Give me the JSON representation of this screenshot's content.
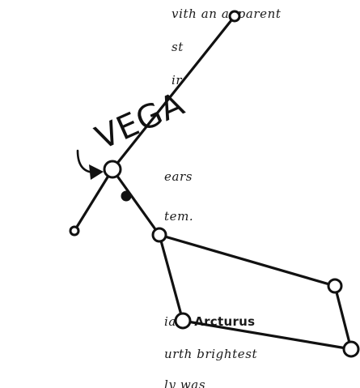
{
  "text_fragments": [
    "vith an apparent",
    "st",
    "ir",
    "ears",
    "tem.",
    "iant ",
    "Arcturus",
    "urth brightest",
    "ly was"
  ],
  "star_label": "VEGA",
  "colors": {
    "ink": "#111111",
    "background": "#ffffff"
  }
}
